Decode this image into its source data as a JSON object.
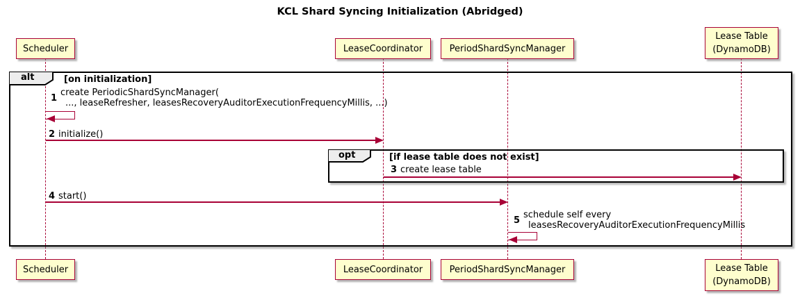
{
  "title": "KCL Shard Syncing Initialization (Abridged)",
  "colors": {
    "participant_fill": "#FEFECE",
    "accent": "#A80036",
    "frame_border": "#000000",
    "frame_label_fill": "#EDEDED",
    "background": "#FFFFFF"
  },
  "participants": [
    {
      "id": "scheduler",
      "lines": [
        "Scheduler"
      ]
    },
    {
      "id": "lease-coordinator",
      "lines": [
        "LeaseCoordinator"
      ]
    },
    {
      "id": "period-shard-sync-manager",
      "lines": [
        "PeriodShardSyncManager"
      ]
    },
    {
      "id": "lease-table",
      "lines": [
        "Lease Table",
        "(DynamoDB)"
      ]
    }
  ],
  "frames": {
    "alt": {
      "keyword": "alt",
      "condition": "[on initialization]"
    },
    "opt": {
      "keyword": "opt",
      "condition": "[if lease table does not exist]"
    }
  },
  "messages": {
    "m1": {
      "num": "1",
      "line1": "create PeriodicShardSyncManager(",
      "line2": "..., leaseRefresher, leasesRecoveryAuditorExecutionFrequencyMillis, ...)",
      "kind": "self",
      "from": "Scheduler",
      "to": "Scheduler"
    },
    "m2": {
      "num": "2",
      "text": "initialize()",
      "from": "Scheduler",
      "to": "LeaseCoordinator"
    },
    "m3": {
      "num": "3",
      "text": "create lease table",
      "from": "LeaseCoordinator",
      "to": "Lease Table (DynamoDB)"
    },
    "m4": {
      "num": "4",
      "text": "start()",
      "from": "Scheduler",
      "to": "PeriodShardSyncManager"
    },
    "m5": {
      "num": "5",
      "line1": "schedule self every",
      "line2": "leasesRecoveryAuditorExecutionFrequencyMillis",
      "kind": "self",
      "from": "PeriodShardSyncManager",
      "to": "PeriodShardSyncManager"
    }
  }
}
